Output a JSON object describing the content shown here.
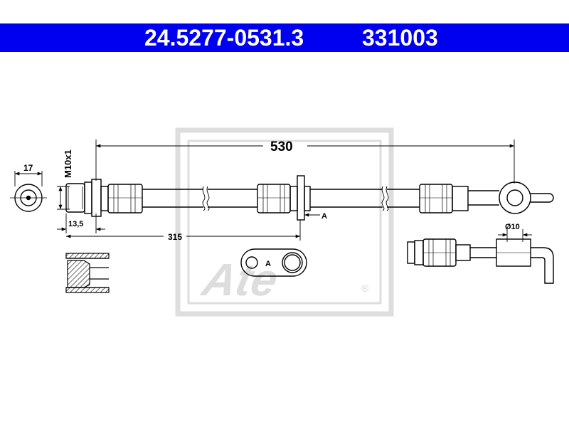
{
  "header": {
    "part_number": "24.5277-0531.3",
    "reference_number": "331003",
    "background_color": "#0000f0",
    "text_color": "#ffffff"
  },
  "dimensions": {
    "total_length": "530",
    "fitting_length": "315",
    "thread": "M10x1",
    "hex_width": "17",
    "fitting_offset": "13,5",
    "banjo_diameter": "Ø10"
  },
  "labels": {
    "section_marker": "A",
    "detail_marker": "A"
  },
  "watermark": {
    "brand": "Ate",
    "registered_symbol": "®"
  }
}
